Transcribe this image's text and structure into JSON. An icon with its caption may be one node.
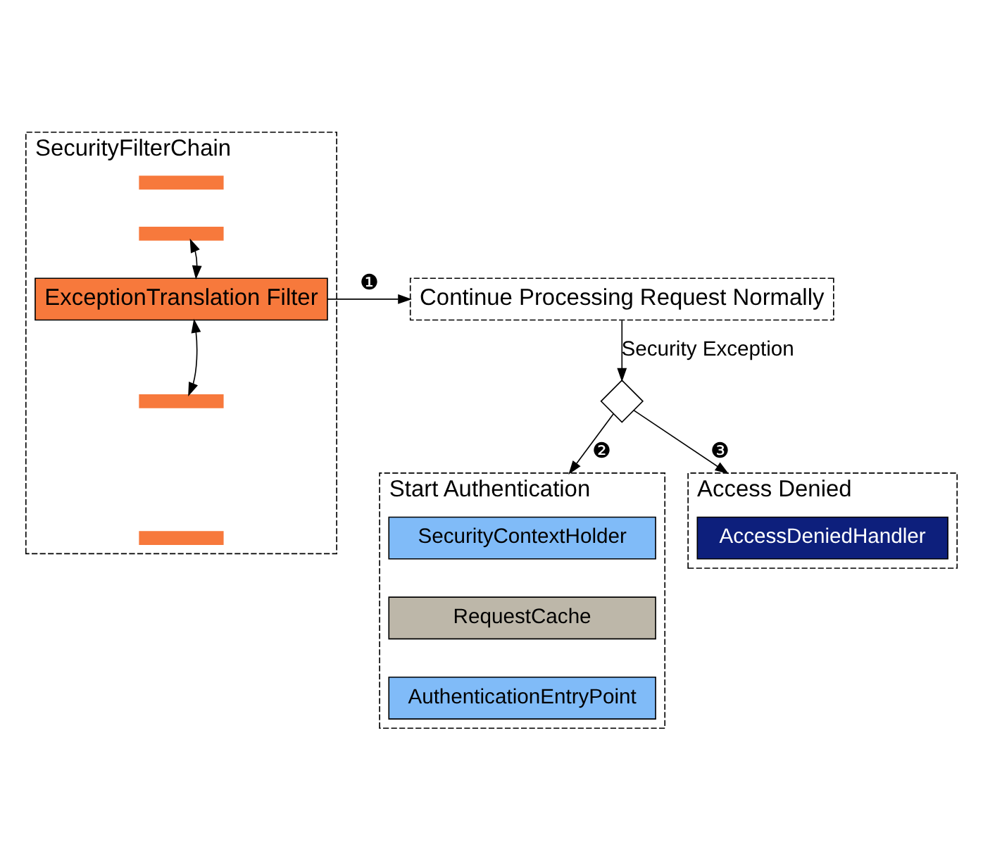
{
  "diagram": {
    "nodes": [
      {
        "text": [
          "SecurityFilterChain"
        ]
      },
      {
        "text": [],
        "shape": "bar",
        "in": 0
      },
      {
        "text": [],
        "shape": "bar",
        "in": 0
      },
      {
        "text": [
          "ExceptionTranslation Filter"
        ],
        "in": 0
      },
      {
        "text": [],
        "shape": "bar",
        "in": 0
      },
      {
        "text": [],
        "shape": "bar",
        "in": 0
      },
      {
        "text": [
          "Continue Processing Request Normally"
        ]
      },
      {
        "text": [],
        "shape": "diamond"
      },
      {
        "text": [
          "Start Authentication"
        ]
      },
      {
        "text": [
          "SecurityContextHolder"
        ],
        "in": 8
      },
      {
        "text": [
          "RequestCache"
        ],
        "in": 8
      },
      {
        "text": [
          "AuthenticationEntryPoint"
        ],
        "in": 8
      },
      {
        "text": [
          "Access Denied"
        ]
      },
      {
        "text": [
          "AccessDeniedHandler"
        ],
        "in": 12
      }
    ],
    "edges": [
      {
        "from": 2,
        "to": 3,
        "arrow": "both"
      },
      {
        "from": 3,
        "to": 4,
        "arrow": "both"
      },
      {
        "from": 3,
        "to": 6,
        "arrow": "to",
        "label": "❶"
      },
      {
        "from": 6,
        "to": 7,
        "arrow": "to",
        "label": "Security Exception"
      },
      {
        "from": 7,
        "to": 8,
        "arrow": "to",
        "label": "❷"
      },
      {
        "from": 7,
        "to": 12,
        "arrow": "to",
        "label": "❸"
      }
    ]
  }
}
